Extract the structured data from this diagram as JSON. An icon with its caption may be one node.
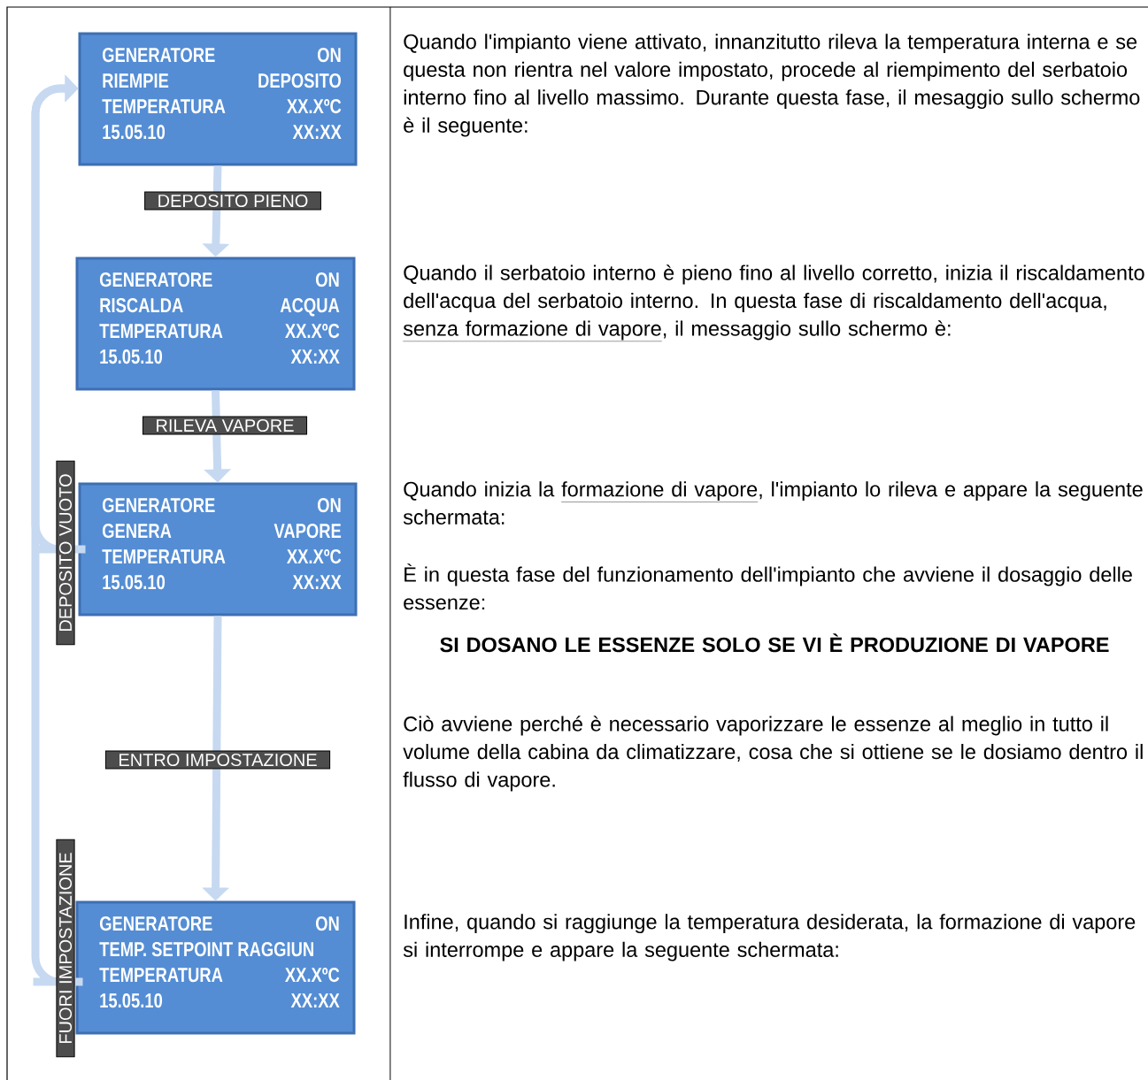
{
  "diagram": {
    "nodes": [
      {
        "text": [
          "GENERATORE",
          "ON",
          "RIEMPIE",
          "DEPOSITO",
          "TEMPERATURA",
          "XX.XºC",
          "15.05.10",
          "XX:XX"
        ]
      },
      {
        "text": [
          "GENERATORE",
          "ON",
          "RISCALDA",
          "ACQUA",
          "TEMPERATURA",
          "XX.XºC",
          "15.05.10",
          "XX:XX"
        ]
      },
      {
        "text": [
          "GENERATORE",
          "ON",
          "GENERA",
          "VAPORE",
          "TEMPERATURA",
          "XX.XºC",
          "15.05.10",
          "XX:XX"
        ]
      },
      {
        "text": [
          "GENERATORE",
          "ON",
          "TEMP. SETPOINT RAGGIUN",
          "TEMPERATURA",
          "XX.XºC",
          "15.05.10",
          "XX:XX"
        ]
      }
    ],
    "edges": [
      {
        "from": 0,
        "to": 1,
        "arrow": "to",
        "label": "DEPOSITO PIENO"
      },
      {
        "from": 1,
        "to": 2,
        "arrow": "to",
        "label": "RILEVA VAPORE"
      },
      {
        "from": 2,
        "to": 3,
        "arrow": "to",
        "label": "ENTRO IMPOSTAZIONE"
      },
      {
        "from": 2,
        "to": 0,
        "arrow": "to",
        "label": "DEPOSITO VUOTO"
      },
      {
        "from": 3,
        "to": 0,
        "arrow": "to",
        "label": "FUORI IMPOSTAZIONE"
      }
    ],
    "labels": [
      "Quando l'impianto viene attivato, innanzitutto rileva la temperatura interna e se questa non rientra nel valore impostato, procede al riempimento del serbatoio interno fino al livello massimo. Durante questa fase, il mesaggio sullo schermo è il seguente:",
      "Quando il serbatoio interno è pieno fino al livello corretto, inizia il riscaldamento dell'acqua del serbatoio interno. In questa fase di riscaldamento dell'acqua,",
      "senza formazione di vapore",
      ", il messaggio sullo schermo è:",
      "Quando inizia la",
      "formazione di vapore",
      ", l'impianto lo rileva e appare la seguente schermata:",
      "È in questa fase del funzionamento dell'impianto che avviene il dosaggio delle essenze:",
      "SI DOSANO LE ESSENZE SOLO SE VI È PRODUZIONE DI VAPORE",
      "Ciò avviene perché è necessario vaporizzare le essenze al meglio in tutto il volume della cabina da climatizzare, cosa che si ottiene se le dosiamo dentro il flusso di vapore.",
      "Infine, quando si raggiunge la temperatura desiderata, la formazione di vapore si interrompe e appare la seguente schermata:"
    ]
  }
}
